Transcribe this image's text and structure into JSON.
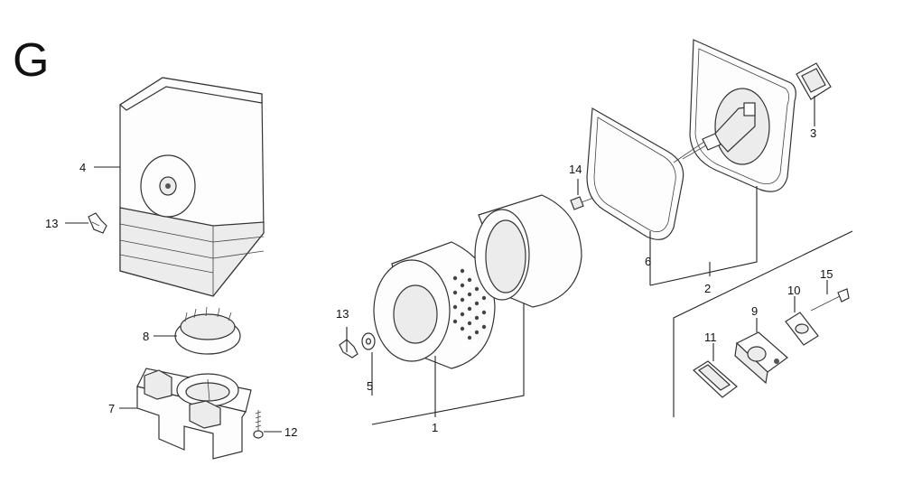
{
  "section_letter": "G",
  "callouts": {
    "c1": "1",
    "c2": "2",
    "c3": "3",
    "c4": "4",
    "c5": "5",
    "c6": "6",
    "c7": "7",
    "c8": "8",
    "c9": "9",
    "c10": "10",
    "c11": "11",
    "c12": "12",
    "c13a": "13",
    "c13b": "13",
    "c14": "14",
    "c15": "15"
  }
}
